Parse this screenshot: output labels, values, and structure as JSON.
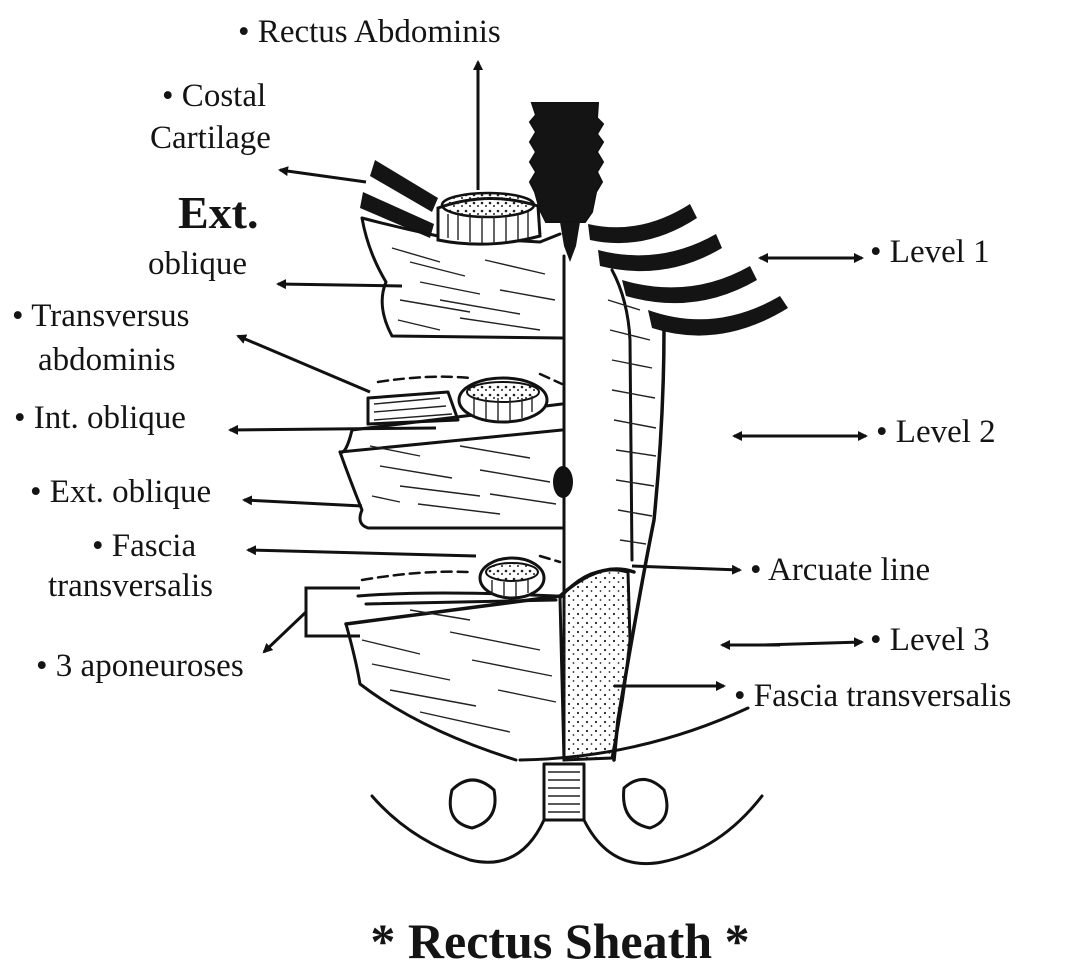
{
  "figure": {
    "title": "* Rectus Sheath *",
    "labels": {
      "rectus_abdominis": "• Rectus Abdominis",
      "costal_line1": "• Costal",
      "costal_line2": "Cartilage",
      "ext_bold": "Ext.",
      "ext_oblique_top": "oblique",
      "transversus_line1": "• Transversus",
      "transversus_line2": "abdominis",
      "int_oblique": "• Int. oblique",
      "ext_oblique": "• Ext. oblique",
      "fascia_line1": "• Fascia",
      "fascia_line2": "transversalis",
      "aponeuroses": "• 3 aponeuroses",
      "level1": "• Level 1",
      "level2": "• Level 2",
      "arcuate_line": "• Arcuate line",
      "level3": "• Level 3",
      "fascia_transversalis_right": "• Fascia transversalis"
    },
    "colors": {
      "ink": "#111111",
      "background": "#ffffff"
    }
  }
}
